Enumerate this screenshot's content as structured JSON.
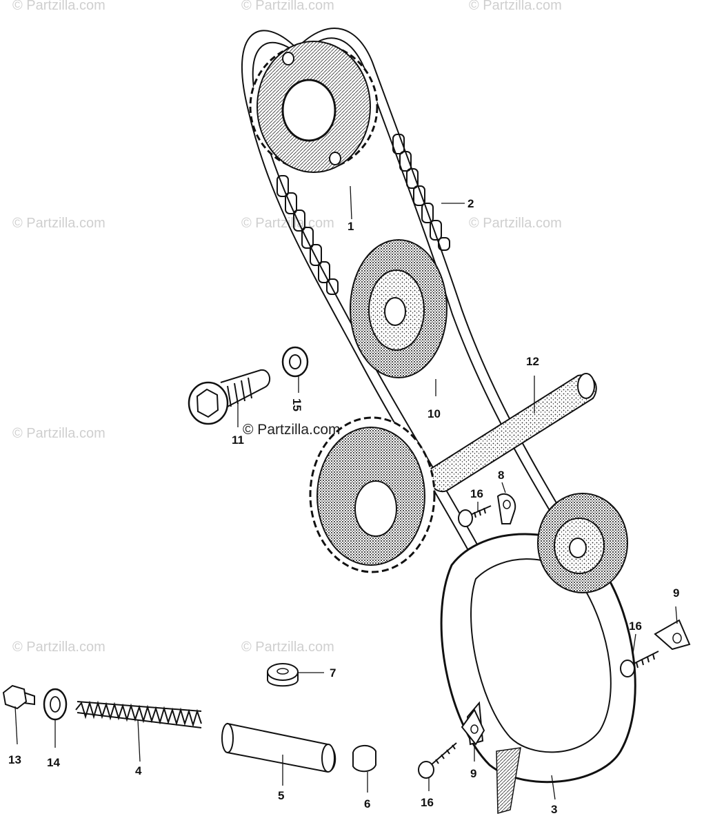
{
  "diagram": {
    "watermark_main": "© Partzilla.com",
    "watermark_faint": "© Partzilla.com",
    "callouts": {
      "p1": "1",
      "p2": "2",
      "p3": "3",
      "p4": "4",
      "p5": "5",
      "p6": "6",
      "p7": "7",
      "p8": "8",
      "p9a": "9",
      "p9b": "9",
      "p10": "10",
      "p11": "11",
      "p12": "12",
      "p13": "13",
      "p14": "14",
      "p15": "15",
      "p16a": "16",
      "p16b": "16",
      "p16c": "16"
    },
    "colors": {
      "ink": "#111111",
      "paper": "#ffffff",
      "watermark": "#cfcfcf"
    }
  }
}
